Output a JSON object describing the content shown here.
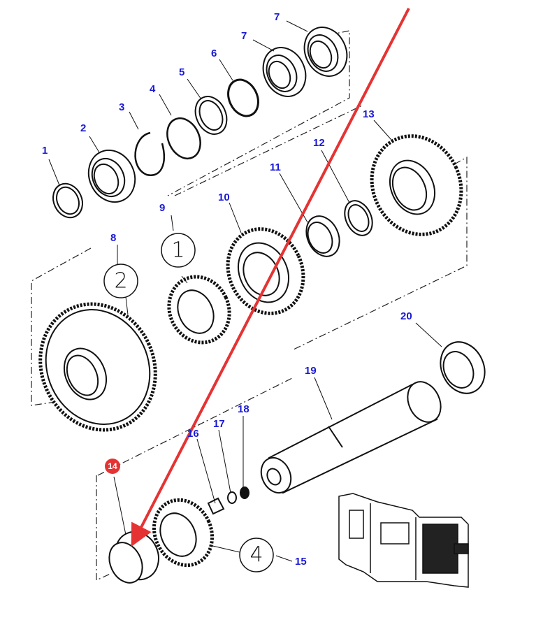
{
  "diagram": {
    "title": "Gearbox shaft exploded view",
    "highlight_color": "#e53333",
    "callout_color": "#1a1ad4",
    "highlighted_part": "14",
    "callouts": [
      {
        "id": "c1",
        "label": "1"
      },
      {
        "id": "c2",
        "label": "2"
      },
      {
        "id": "c3",
        "label": "3"
      },
      {
        "id": "c4",
        "label": "4"
      },
      {
        "id": "c5",
        "label": "5"
      },
      {
        "id": "c6",
        "label": "6"
      },
      {
        "id": "c7a",
        "label": "7"
      },
      {
        "id": "c7b",
        "label": "7"
      },
      {
        "id": "c8",
        "label": "8"
      },
      {
        "id": "c9",
        "label": "9"
      },
      {
        "id": "c10",
        "label": "10"
      },
      {
        "id": "c11",
        "label": "11"
      },
      {
        "id": "c12",
        "label": "12"
      },
      {
        "id": "c13",
        "label": "13"
      },
      {
        "id": "c14",
        "label": "14"
      },
      {
        "id": "c15",
        "label": "15"
      },
      {
        "id": "c16",
        "label": "16"
      },
      {
        "id": "c17",
        "label": "17"
      },
      {
        "id": "c18",
        "label": "18"
      },
      {
        "id": "c19",
        "label": "19"
      },
      {
        "id": "c20",
        "label": "20"
      }
    ],
    "circle_labels": [
      {
        "id": "r1",
        "label": "1"
      },
      {
        "id": "r2",
        "label": "2"
      },
      {
        "id": "r4",
        "label": "4"
      }
    ],
    "inset": {
      "label": "Transmission housing location"
    }
  }
}
